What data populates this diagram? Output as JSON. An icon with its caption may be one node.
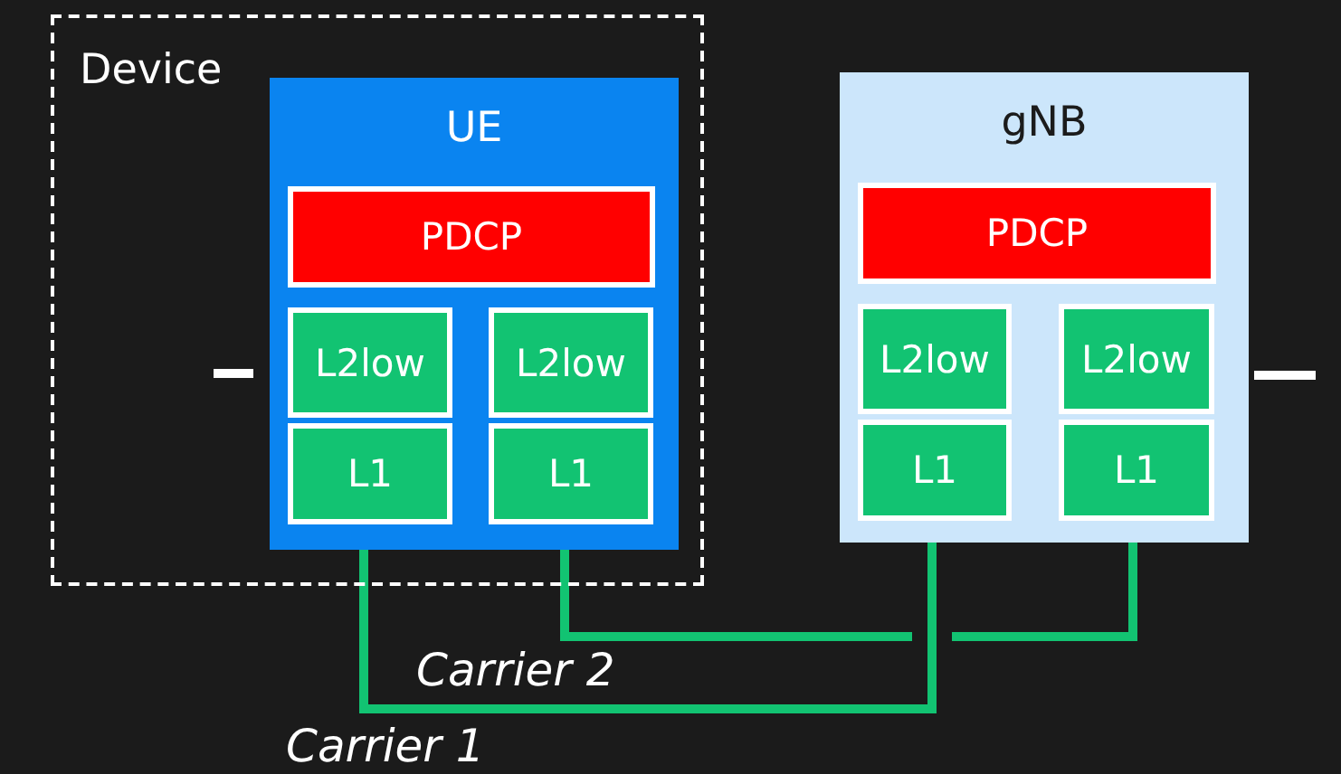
{
  "diagram": {
    "nodes": [
      {
        "text": [
          "Device"
        ]
      },
      {
        "text": [
          "UE"
        ],
        "in": 0
      },
      {
        "text": [
          "PDCP"
        ],
        "in": 1
      },
      {
        "text": [
          "L2low"
        ],
        "in": 1
      },
      {
        "text": [
          "L2low"
        ],
        "in": 1
      },
      {
        "text": [
          "L1"
        ],
        "in": 1
      },
      {
        "text": [
          "L1"
        ],
        "in": 1
      },
      {
        "text": [
          "gNB"
        ]
      },
      {
        "text": [
          "PDCP"
        ],
        "in": 7
      },
      {
        "text": [
          "L2low"
        ],
        "in": 7
      },
      {
        "text": [
          "L2low"
        ],
        "in": 7
      },
      {
        "text": [
          "L1"
        ],
        "in": 7
      },
      {
        "text": [
          "L1"
        ],
        "in": 7
      }
    ],
    "edges": [
      {
        "from": 5,
        "to": 11,
        "arrow": "none",
        "label": "Carrier 1"
      },
      {
        "from": 6,
        "to": 12,
        "arrow": "none",
        "label": "Carrier 2"
      }
    ]
  }
}
